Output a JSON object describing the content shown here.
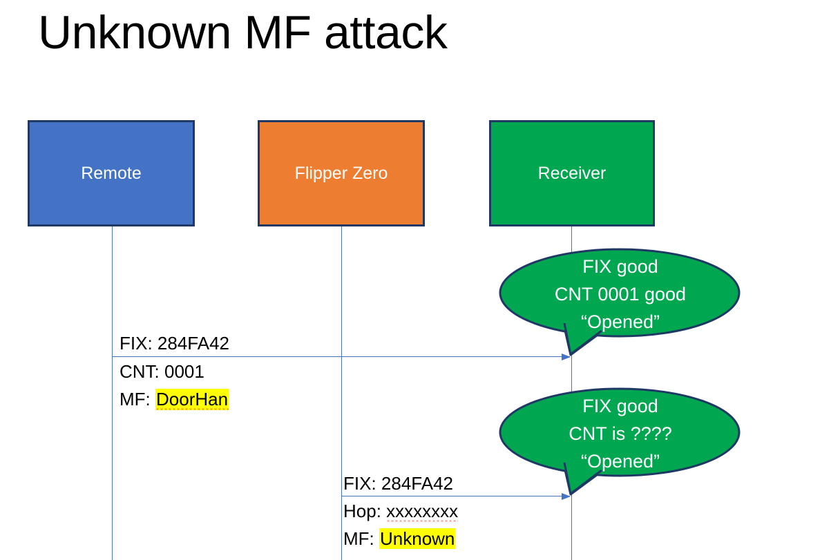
{
  "slide": {
    "title": "Unknown MF attack",
    "background": "#FFFFFF"
  },
  "colors": {
    "remote_fill": "#4472C4",
    "flipper_fill": "#ED7D31",
    "receiver_fill": "#00A650",
    "box_border": "#1F3864",
    "lifeline": "#4472C4",
    "arrow": "#4472C4",
    "callout_fill": "#00A650",
    "callout_border": "#1F3864",
    "highlight": "#FFFF00",
    "text_dark": "#000000",
    "text_light": "#FFFFFF"
  },
  "actors": [
    {
      "id": "remote",
      "label": "Remote"
    },
    {
      "id": "flipper",
      "label": "Flipper Zero"
    },
    {
      "id": "receiver",
      "label": "Receiver"
    }
  ],
  "messages": [
    {
      "id": "remote-to-receiver",
      "from": "remote",
      "to": "receiver",
      "lines": [
        {
          "label": "FIX: ",
          "value": "284FA42",
          "highlight": false,
          "spellerror": false
        },
        {
          "label": "CNT: ",
          "value": "0001",
          "highlight": false,
          "spellerror": false
        },
        {
          "label": "MF: ",
          "value": "DoorHan",
          "highlight": true,
          "spellerror": true
        }
      ]
    },
    {
      "id": "flipper-to-receiver",
      "from": "flipper",
      "to": "receiver",
      "lines": [
        {
          "label": "FIX: ",
          "value": "284FA42",
          "highlight": false,
          "spellerror": false
        },
        {
          "label": "Hop: ",
          "value": "xxxxxxxx",
          "highlight": false,
          "spellerror": true
        },
        {
          "label": "MF: ",
          "value": "Unknown",
          "highlight": true,
          "spellerror": false
        }
      ]
    }
  ],
  "callouts": [
    {
      "id": "callout-first",
      "target": "receiver",
      "lines": [
        "FIX good",
        "CNT 0001 good",
        "“Opened”"
      ]
    },
    {
      "id": "callout-second",
      "target": "receiver",
      "lines": [
        "FIX good",
        "CNT is ????",
        "“Opened”"
      ]
    }
  ]
}
